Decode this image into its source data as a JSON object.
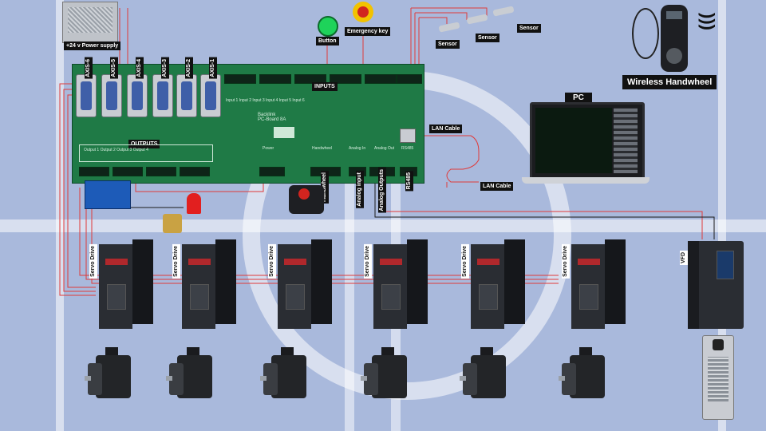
{
  "labels": {
    "power_supply": "+24 v Power supply",
    "button": "Button",
    "emergency_key": "Emergency key",
    "sensors": [
      "Sensor",
      "Sensor",
      "Sensor"
    ],
    "wireless_handwheel": "Wireless Handwheel",
    "pc": "PC",
    "lan_cable_1": "LAN Cable",
    "lan_cable_2": "LAN Cable",
    "inputs": "INPUTS",
    "outputs": "OUTPUTS",
    "axes": [
      "AXIS-6",
      "AXIS-5",
      "AXIS-4",
      "AXIS-3",
      "AXIS-2",
      "AXIS-1"
    ],
    "handwheel": "Handwheel",
    "analog_input": "Analog input",
    "analog_outputs": "Analog Outputs",
    "rs485": "RS485",
    "servo_drive": "Servo Drive",
    "vfd": "VFD"
  },
  "board_text": {
    "name": "Backlink",
    "model": "PC-Board 8A",
    "inputs_caption": "Input 1   Input 2   Input 3   Input 4   Input 5   Input 6",
    "outputs_caption": "Output 1   Output 2   Output 3   Output 4",
    "power": "Power",
    "handwheel": "Handwheel",
    "analog_in": "Analog In",
    "analog_out": "Analog Out",
    "rs485": "RS485"
  },
  "colors": {
    "background": "#a9b9dc",
    "board": "#1f7a46",
    "wire_red": "#e03a3a",
    "wire_black": "#1a1a1a",
    "label_bg": "#ffffff",
    "label_dark_bg": "#111111"
  },
  "icons": {
    "wifi": "wifi-icon",
    "emergency": "emergency-stop-icon",
    "button": "green-button-icon",
    "lamp": "warning-lamp-icon"
  }
}
